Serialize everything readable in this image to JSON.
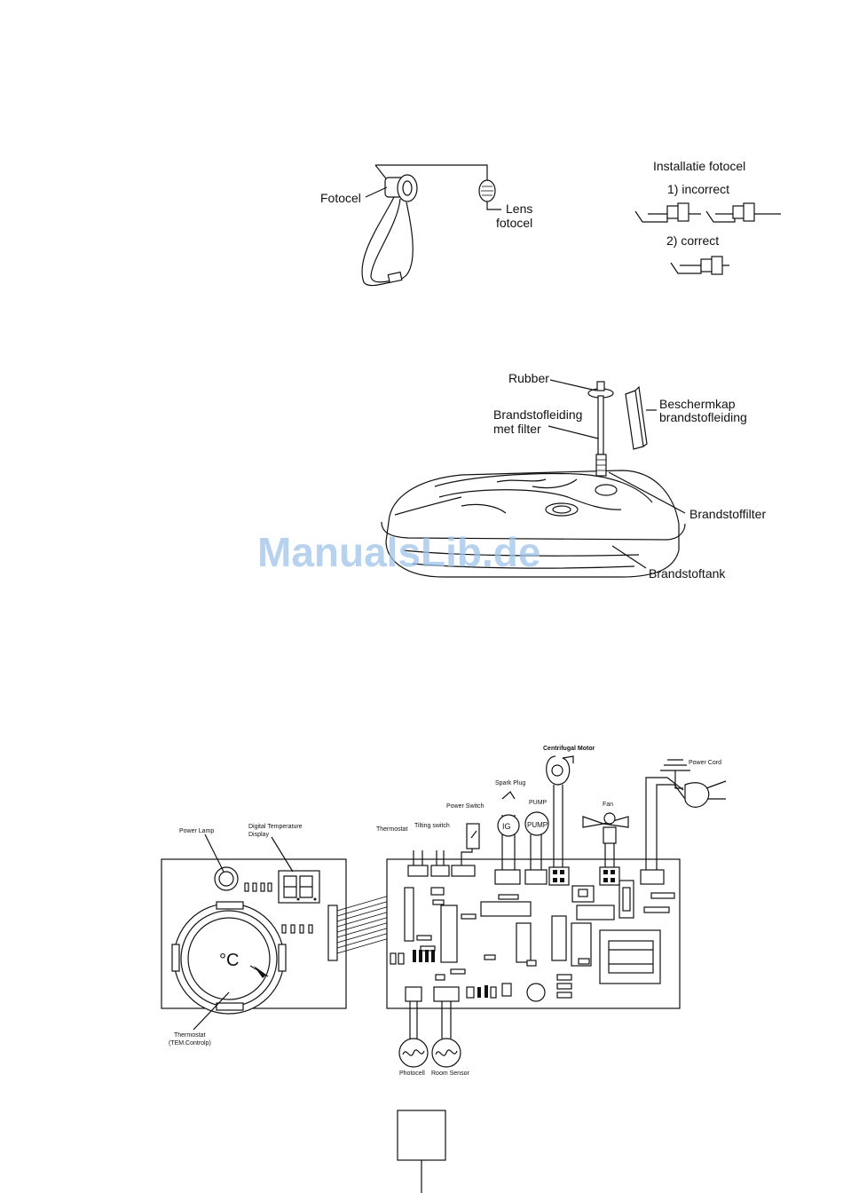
{
  "watermark": "ManualsLib.de",
  "photocell_figure": {
    "label_fotocel": "Fotocel",
    "label_lens_1": "Lens",
    "label_lens_2": "fotocel",
    "install_title": "Installatie fotocel",
    "incorrect_label": "1) incorrect",
    "correct_label": "2) correct"
  },
  "tank_figure": {
    "rubber": "Rubber",
    "fuel_line_1": "Brandstofleiding",
    "fuel_line_2": "met filter",
    "cover_1": "Beschermkap",
    "cover_2": "brandstofleiding",
    "filter": "Brandstoffilter",
    "tank": "Brandstoftank"
  },
  "wiring_figure": {
    "power_lamp": "Power Lamp",
    "digital_temp_1": "Digital Temperature",
    "digital_temp_2": "Display",
    "celsius": "°C",
    "thermostat_1": "Thermostat",
    "thermostat_2": "(TEM.Controlp)",
    "thermostat_conn": "Thermostat",
    "tilting_switch": "Tilting switch",
    "power_switch": "Power Switch",
    "spark_plug": "Spark Plug",
    "ig": "IG",
    "pump_label": "PUMP",
    "pump_symbol": "PUMP",
    "centrifugal_motor": "Centrifugal Motor",
    "fan": "Fan",
    "power_cord": "Power Cord",
    "photocell": "Photocell",
    "room_sensor": "Room Sensor"
  }
}
